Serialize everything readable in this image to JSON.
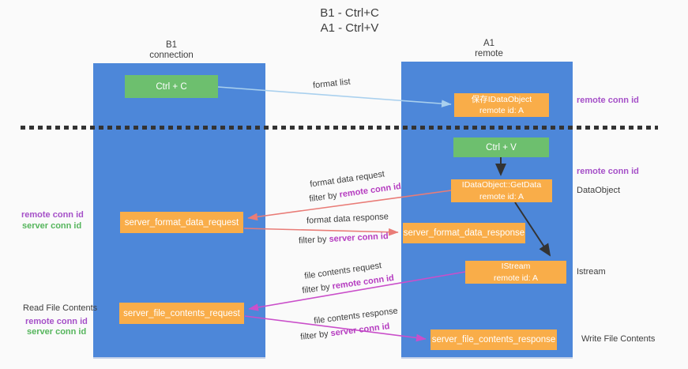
{
  "title": {
    "line1": "B1 - Ctrl+C",
    "line2": "A1 - Ctrl+V"
  },
  "columns": {
    "left": {
      "name": "B1",
      "role": "connection"
    },
    "right": {
      "name": "A1",
      "role": "remote"
    }
  },
  "boxes": {
    "ctrl_c": "Ctrl + C",
    "ctrl_v": "Ctrl + V",
    "saved_dataobject_line1": "保存IDataObject",
    "saved_dataobject_line2": "remote id: A",
    "getdata_line1": "IDataObject::GetData",
    "getdata_line2": "remote id: A",
    "istream_line1": "IStream",
    "istream_line2": "remote id: A",
    "format_request": "server_format_data_request",
    "format_response": "server_format_data_response",
    "file_request": "server_file_contents_request",
    "file_response": "server_file_contents_response"
  },
  "annotations": {
    "remote_conn_id_top": "remote conn id",
    "remote_conn_id_mid": "remote conn id",
    "dataobject": "DataObject",
    "istream": "Istream",
    "write_file_contents": "Write File Contents",
    "read_file_contents": "Read File Contents",
    "left1_remote": "remote conn id",
    "left1_server": "server conn id",
    "left2_remote": "remote conn id",
    "left2_server": "server conn id"
  },
  "flow_labels": {
    "format_list": "format list",
    "format_data_request": "format data request",
    "format_data_response": "format data response",
    "file_contents_request": "file contents request",
    "file_contents_response": "file contents response",
    "filter_by": "filter by ",
    "remote_conn_id": "remote conn id",
    "server_conn_id": "server conn id"
  },
  "colors": {
    "background": "#fafafa",
    "column_blue": "#4d87d9",
    "box_orange": "#f9ad49",
    "box_green": "#6dbf6e",
    "purple_text": "#a550c8",
    "green_text": "#55b55c",
    "magenta_text": "#b53cc0",
    "red_arrow": "#e97c77",
    "magenta_arrow": "#ca4fca",
    "lightblue_arrow": "#a9d0ee",
    "black_arrow": "#333333",
    "dark_text": "#3d3d3d"
  }
}
